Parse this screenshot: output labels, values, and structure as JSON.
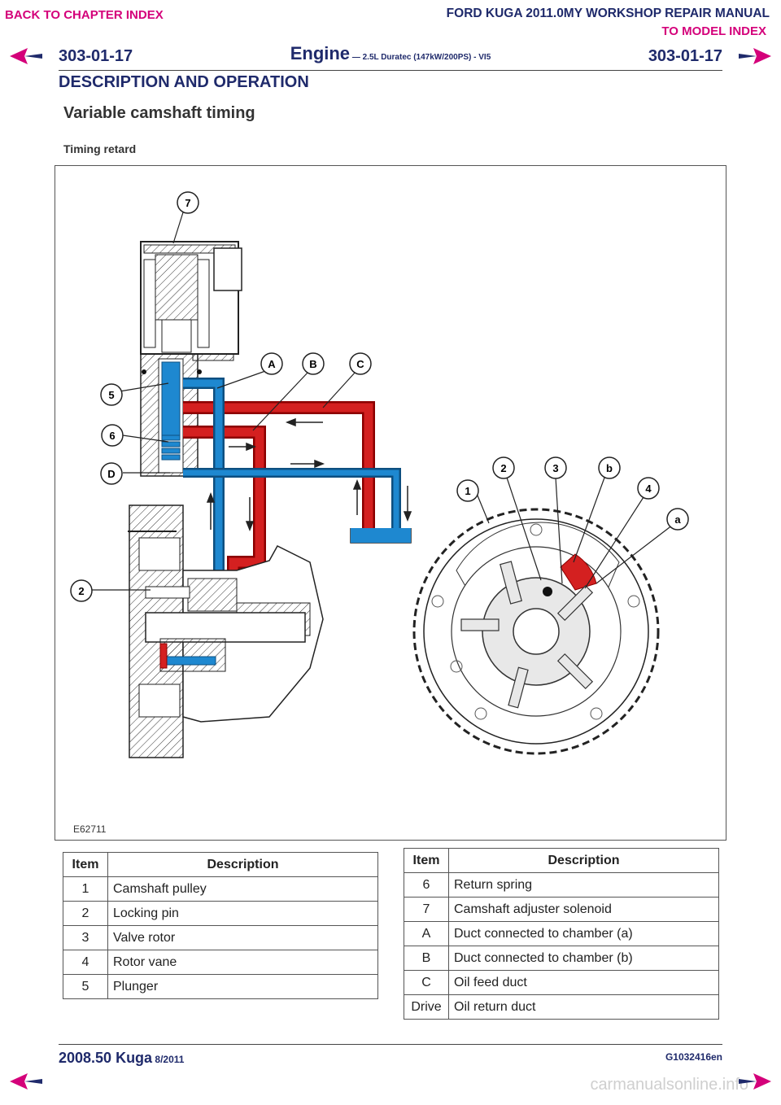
{
  "header": {
    "back_link": "BACK TO CHAPTER INDEX",
    "manual_title": "FORD KUGA 2011.0MY WORKSHOP REPAIR MANUAL",
    "model_link": "TO MODEL INDEX",
    "page_left": "303-01-17",
    "page_right": "303-01-17",
    "engine_title": "Engine",
    "engine_subtitle": " — 2.5L Duratec (147kW/200PS) - VI5",
    "section": "DESCRIPTION AND OPERATION"
  },
  "heading": "Variable camshaft timing",
  "subheading": "Timing retard",
  "figure": {
    "code": "E62711",
    "callouts": {
      "c7": "7",
      "cA": "A",
      "cB": "B",
      "cC": "C",
      "c5": "5",
      "c6": "6",
      "cD": "D",
      "c2a": "2",
      "c2b": "2",
      "c3": "3",
      "cb": "b",
      "c1": "1",
      "c4": "4",
      "ca": "a"
    }
  },
  "table_headers": {
    "item": "Item",
    "description": "Description"
  },
  "table1": [
    {
      "item": "1",
      "description": "Camshaft pulley"
    },
    {
      "item": "2",
      "description": "Locking pin"
    },
    {
      "item": "3",
      "description": "Valve rotor"
    },
    {
      "item": "4",
      "description": "Rotor vane"
    },
    {
      "item": "5",
      "description": "Plunger"
    }
  ],
  "table2": [
    {
      "item": "6",
      "description": "Return spring"
    },
    {
      "item": "7",
      "description": "Camshaft adjuster solenoid"
    },
    {
      "item": "A",
      "description": "Duct connected to chamber (a)"
    },
    {
      "item": "B",
      "description": "Duct connected to chamber (b)"
    },
    {
      "item": "C",
      "description": "Oil feed duct"
    },
    {
      "item": "Drive",
      "description": "Oil return duct"
    }
  ],
  "footer": {
    "model": "2008.50 Kuga",
    "date": " 8/2011",
    "code": "G1032416en"
  },
  "watermark": "carmanualsonline.info",
  "colors": {
    "navy": "#1f2a6b",
    "pink": "#d4007a",
    "oil_red": "#d42020",
    "oil_blue": "#1e88d0"
  }
}
